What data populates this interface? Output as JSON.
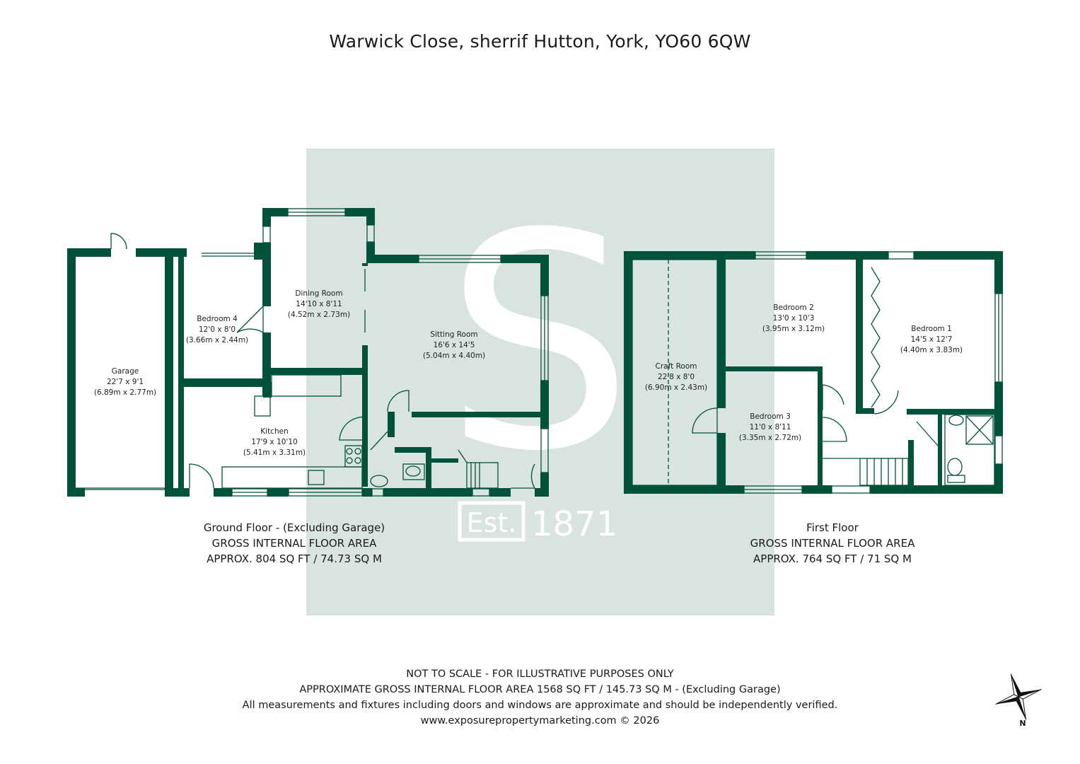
{
  "title": "Warwick Close, sherrif Hutton, York, YO60 6QW",
  "colors": {
    "wall": "#00533a",
    "watermark_bg": "#d9e3df",
    "text": "#1a1a1a"
  },
  "watermark": {
    "letter": "S",
    "established": "Est.",
    "year": "1871"
  },
  "rooms": {
    "garage": {
      "name": "Garage",
      "imperial": "22'7 x 9'1",
      "metric": "(6.89m x 2.77m)"
    },
    "bedroom4": {
      "name": "Bedroom 4",
      "imperial": "12'0 x 8'0",
      "metric": "(3.66m x 2.44m)"
    },
    "dining": {
      "name": "Dining Room",
      "imperial": "14'10 x 8'11",
      "metric": "(4.52m x 2.73m)"
    },
    "sitting": {
      "name": "Sitting Room",
      "imperial": "16'6 x 14'5",
      "metric": "(5.04m x 4.40m)"
    },
    "kitchen": {
      "name": "Kitchen",
      "imperial": "17'9 x 10'10",
      "metric": "(5.41m x 3.31m)"
    },
    "craft": {
      "name": "Craft Room",
      "imperial": "22'8 x 8'0",
      "metric": "(6.90m x 2.43m)"
    },
    "bedroom2": {
      "name": "Bedroom 2",
      "imperial": "13'0 x 10'3",
      "metric": "(3.95m x 3.12m)"
    },
    "bedroom1": {
      "name": "Bedroom 1",
      "imperial": "14'5 x 12'7",
      "metric": "(4.40m x 3.83m)"
    },
    "bedroom3": {
      "name": "Bedroom 3",
      "imperial": "11'0 x 8'11",
      "metric": "(3.35m x 2.72m)"
    }
  },
  "ground_floor": {
    "line1": "Ground Floor - (Excluding Garage)",
    "line2": "GROSS INTERNAL FLOOR AREA",
    "line3": "APPROX. 804 SQ FT / 74.73 SQ M"
  },
  "first_floor": {
    "line1": "First Floor",
    "line2": "GROSS INTERNAL FLOOR AREA",
    "line3": "APPROX. 764 SQ FT / 71 SQ M"
  },
  "footer": {
    "line1": "NOT TO SCALE - FOR ILLUSTRATIVE PURPOSES ONLY",
    "line2": "APPROXIMATE GROSS INTERNAL FLOOR AREA 1568 SQ FT / 145.73 SQ M - (Excluding Garage)",
    "line3": "All measurements and fixtures including doors and windows are approximate and should be independently verified.",
    "line4": "www.exposurepropertymarketing.com © 2026"
  },
  "compass": {
    "north_label": "N"
  }
}
